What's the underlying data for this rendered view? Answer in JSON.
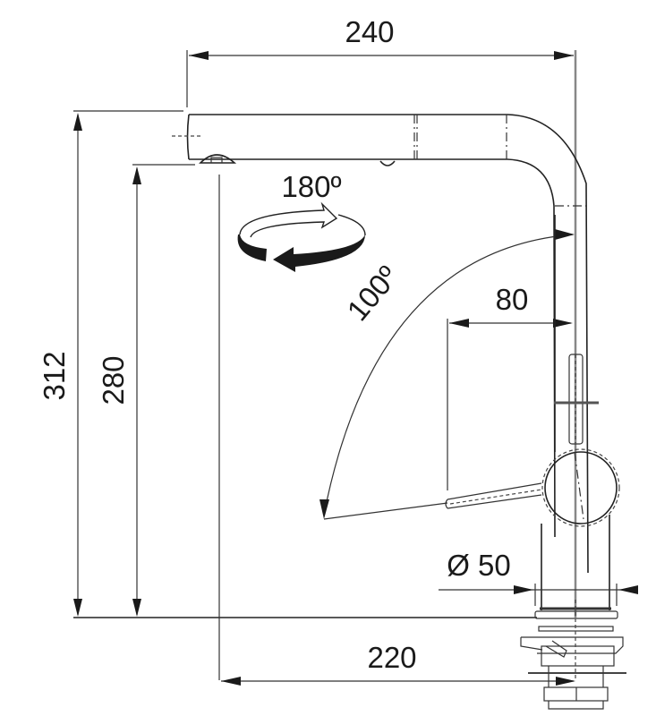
{
  "drawing": {
    "title": "Pull-out kitchen faucet dimension drawing",
    "units": "mm",
    "line_color": "#222222",
    "background": "#ffffff"
  },
  "dimensions": {
    "spout_reach": "240",
    "total_height": "312",
    "spout_height": "280",
    "lever_offset": "80",
    "base_diameter": "Ø 50",
    "spout_to_hole": "220"
  },
  "angles": {
    "spout_rotation": "180º",
    "lever_swing": "100º"
  },
  "icons": {
    "rotation": "swivel-rotation-arrow-icon"
  }
}
